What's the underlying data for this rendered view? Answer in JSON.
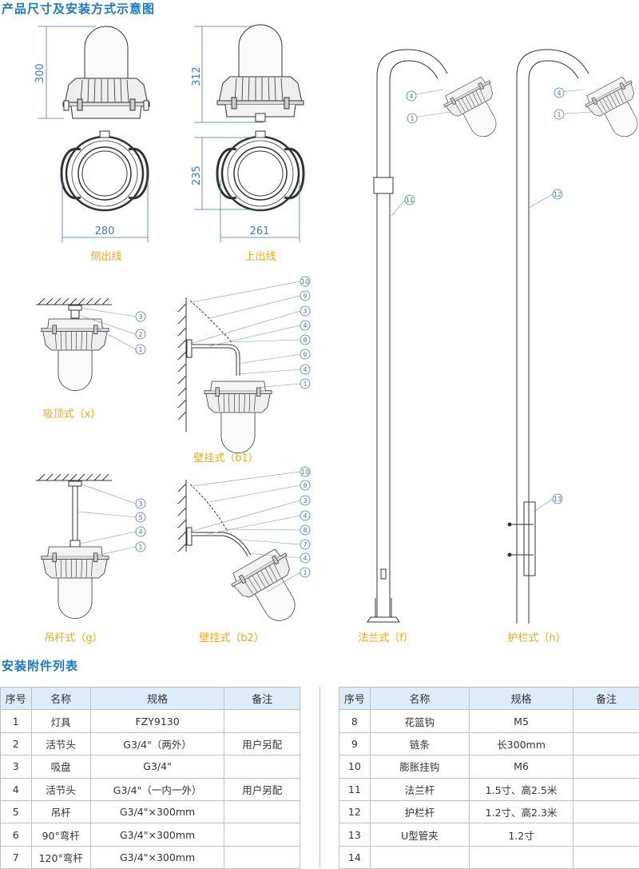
{
  "headings": {
    "diagrams": "产品尺寸及安装方式示意图",
    "accessories": "安装附件列表"
  },
  "dimensions": {
    "side_height": "300",
    "top_height": "312",
    "side_width": "280",
    "top_width": "261",
    "top_depth": "235"
  },
  "captions": {
    "side_outlet": "侧出线",
    "top_outlet": "上出线",
    "ceiling": "吸顶式（x）",
    "wall_b1": "壁挂式（b1）",
    "pendant": "吊杆式（g）",
    "wall_b2": "壁挂式（b2）",
    "flange": "法兰式（f）",
    "guardrail": "护栏式（h）"
  },
  "callouts": {
    "ceiling": [
      "3",
      "2",
      "1"
    ],
    "wall_b1": [
      "10",
      "9",
      "3",
      "4",
      "8",
      "6",
      "4",
      "1"
    ],
    "pendant": [
      "3",
      "5",
      "4",
      "1"
    ],
    "wall_b2": [
      "10",
      "9",
      "3",
      "4",
      "8",
      "7",
      "4",
      "1"
    ],
    "flange": [
      "4",
      "1",
      "11"
    ],
    "guardrail": [
      "4",
      "1",
      "12",
      "13"
    ]
  },
  "table": {
    "headers": [
      "序号",
      "名称",
      "规格",
      "备注"
    ],
    "left": [
      [
        "1",
        "灯具",
        "FZY9130",
        ""
      ],
      [
        "2",
        "活节头",
        "G3/4\"（两外）",
        "用户另配"
      ],
      [
        "3",
        "吸盘",
        "G3/4\"",
        ""
      ],
      [
        "4",
        "活节头",
        "G3/4\"（一内一外）",
        "用户另配"
      ],
      [
        "5",
        "吊杆",
        "G3/4\"×300mm",
        ""
      ],
      [
        "6",
        "90°弯杆",
        "G3/4\"×300mm",
        ""
      ],
      [
        "7",
        "120°弯杆",
        "G3/4\"×300mm",
        ""
      ]
    ],
    "right": [
      [
        "8",
        "花篮钩",
        "M5",
        ""
      ],
      [
        "9",
        "链条",
        "长300mm",
        ""
      ],
      [
        "10",
        "膨胀挂钩",
        "M6",
        ""
      ],
      [
        "11",
        "法兰杆",
        "1.5寸、高2.5米",
        ""
      ],
      [
        "12",
        "护栏杆",
        "1.2寸、高2.3米",
        ""
      ],
      [
        "13",
        "U型管夹",
        "1.2寸",
        ""
      ],
      [
        "14",
        "",
        "",
        ""
      ]
    ]
  },
  "colors": {
    "heading": "#1b78c2",
    "caption": "#eea812",
    "dimension": "#3f7db3",
    "header_bg": "#dcecf9"
  }
}
